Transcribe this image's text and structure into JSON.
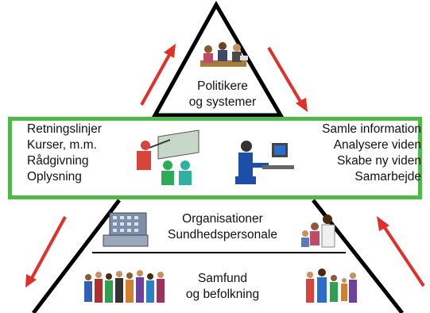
{
  "diagram": {
    "top_label": {
      "line1": "Politikere",
      "line2": "og systemer"
    },
    "middle_left": [
      "Retningslinjer",
      "Kurser, m.m.",
      "Rådgivning",
      "Oplysning"
    ],
    "middle_right": [
      "Samle information",
      "Analysere viden",
      "Skabe ny viden",
      "Samarbejde"
    ],
    "lower_label": {
      "line1": "Organisationer",
      "line2": "Sundhedspersonale"
    },
    "bottom_label": {
      "line1": "Samfund",
      "line2": "og befolkning"
    },
    "colors": {
      "frame": "#4fb848",
      "arrow": "#e0302a",
      "outline": "#000000"
    },
    "icons": [
      "meeting-icon",
      "teacher-icon",
      "computer-worker-icon",
      "office-building-icon",
      "health-care-icon",
      "crowd-icon",
      "family-icon"
    ]
  }
}
